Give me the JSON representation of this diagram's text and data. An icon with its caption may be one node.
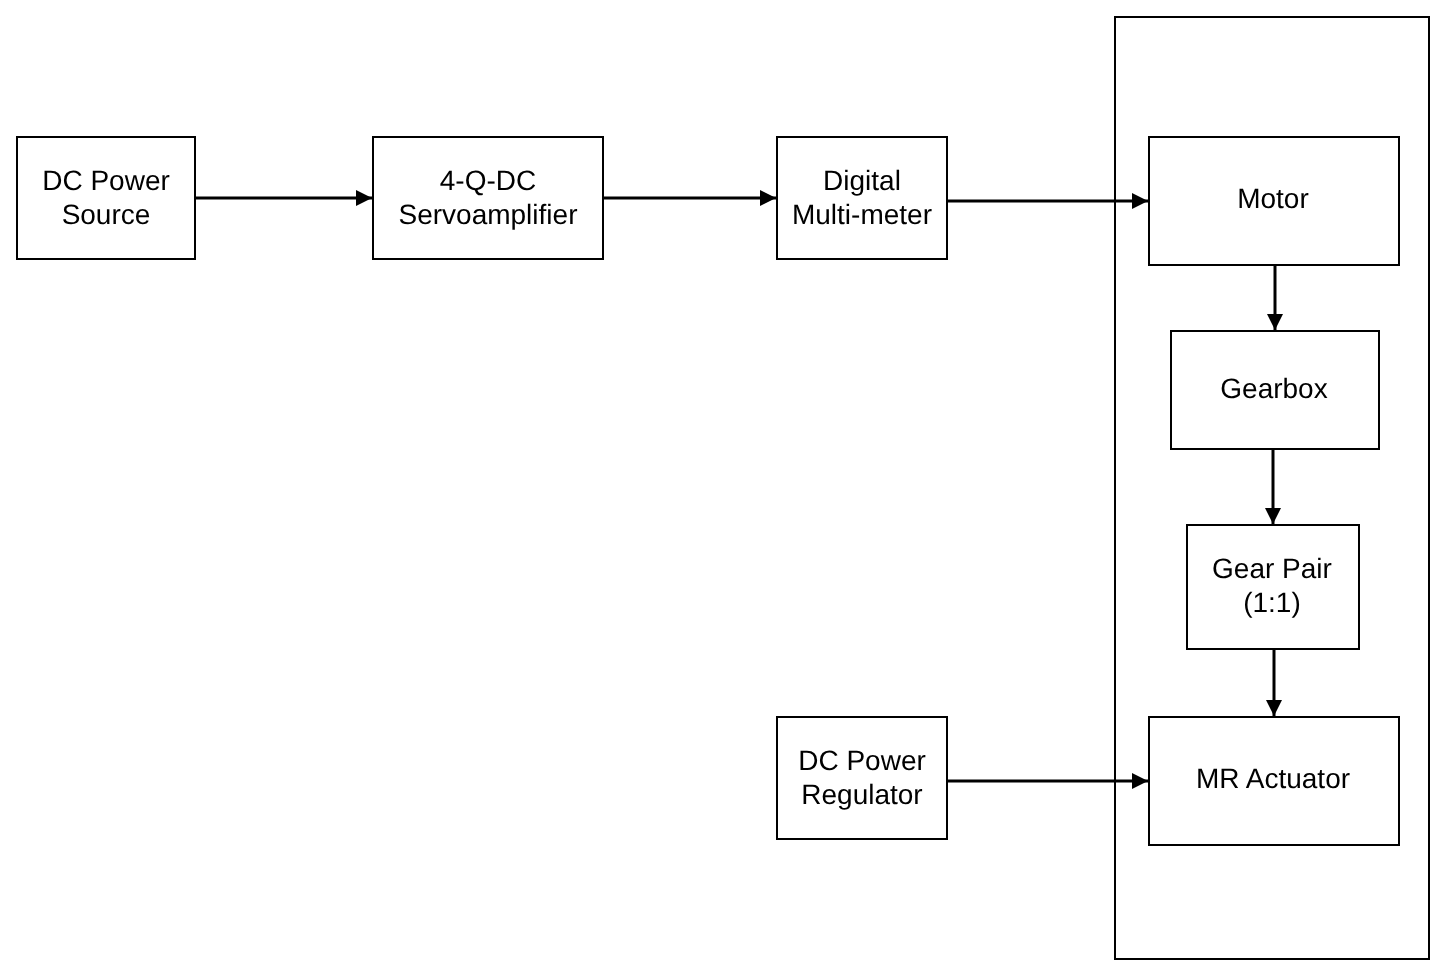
{
  "diagram": {
    "nodes": [
      {
        "text": [
          "DC Power Source"
        ]
      },
      {
        "text": [
          "4-Q-DC Servoamplifier"
        ]
      },
      {
        "text": [
          "Digital Multi-meter"
        ]
      },
      {
        "text": [],
        "shape": "box"
      },
      {
        "text": [
          "Motor"
        ],
        "in": 3
      },
      {
        "text": [
          "Gearbox"
        ],
        "in": 3
      },
      {
        "text": [
          "Gear Pair (1:1)"
        ],
        "in": 3
      },
      {
        "text": [
          "DC Power Regulator"
        ]
      },
      {
        "text": [
          "MR Actuator"
        ],
        "in": 3
      }
    ],
    "edges": [
      {
        "from": 0,
        "to": 1,
        "arrow": "to"
      },
      {
        "from": 1,
        "to": 2,
        "arrow": "to"
      },
      {
        "from": 2,
        "to": 4,
        "arrow": "to"
      },
      {
        "from": 4,
        "to": 5,
        "arrow": "to"
      },
      {
        "from": 5,
        "to": 6,
        "arrow": "to"
      },
      {
        "from": 6,
        "to": 8,
        "arrow": "to"
      },
      {
        "from": 7,
        "to": 8,
        "arrow": "to"
      }
    ]
  }
}
